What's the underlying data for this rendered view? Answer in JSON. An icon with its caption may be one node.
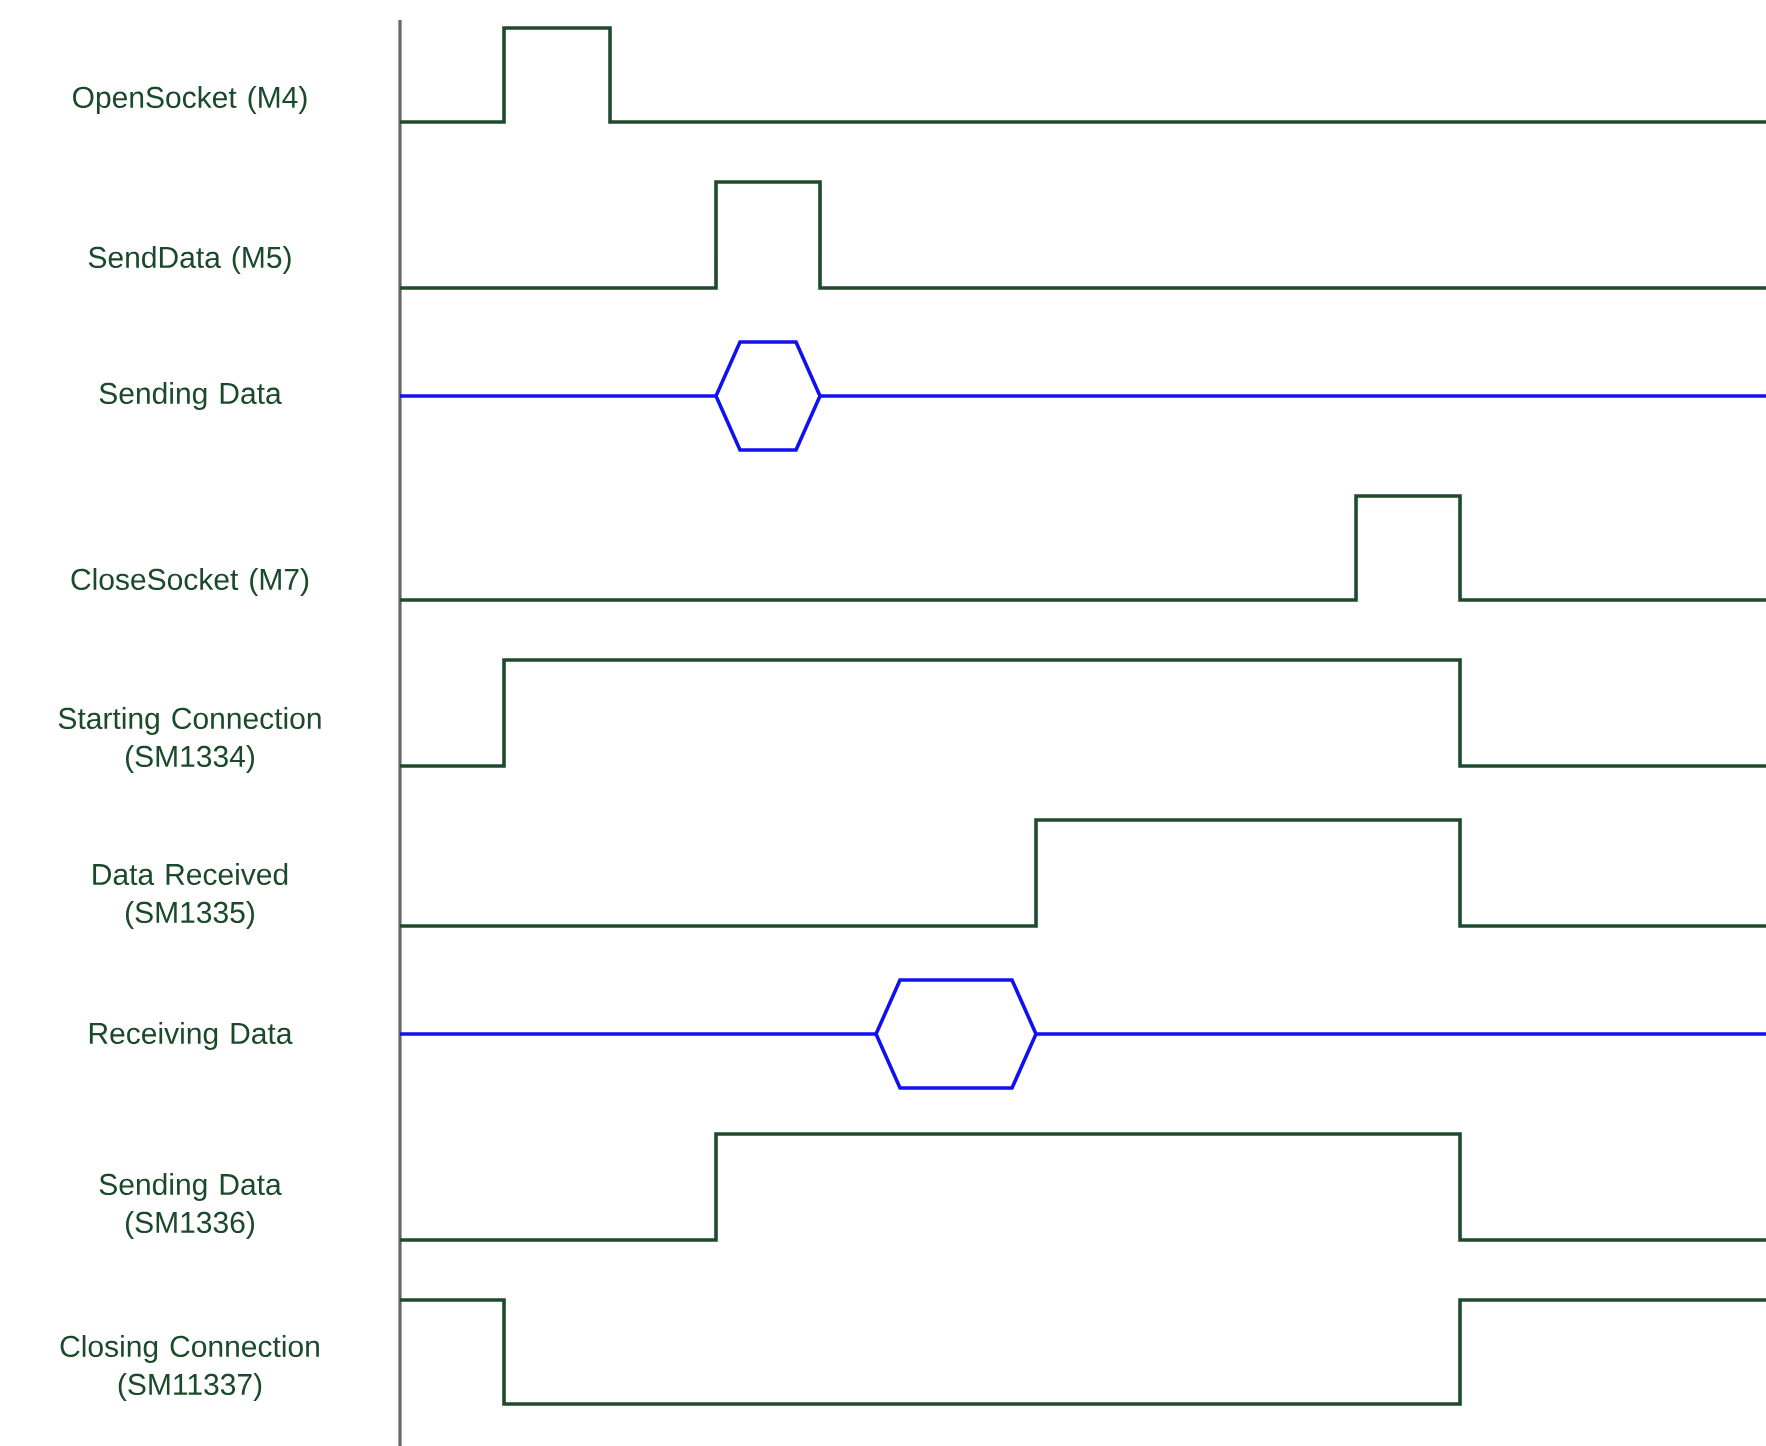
{
  "diagram": {
    "labels": [
      "OpenSocket (M4)",
      "SendData (M5)",
      "Sending Data",
      "CloseSocket (M7)",
      "Starting Connection (SM1334)",
      "Data Received (SM1335)",
      "Receiving Data",
      "Sending Data (SM1336)",
      "Closing Connection (SM11337)"
    ]
  }
}
